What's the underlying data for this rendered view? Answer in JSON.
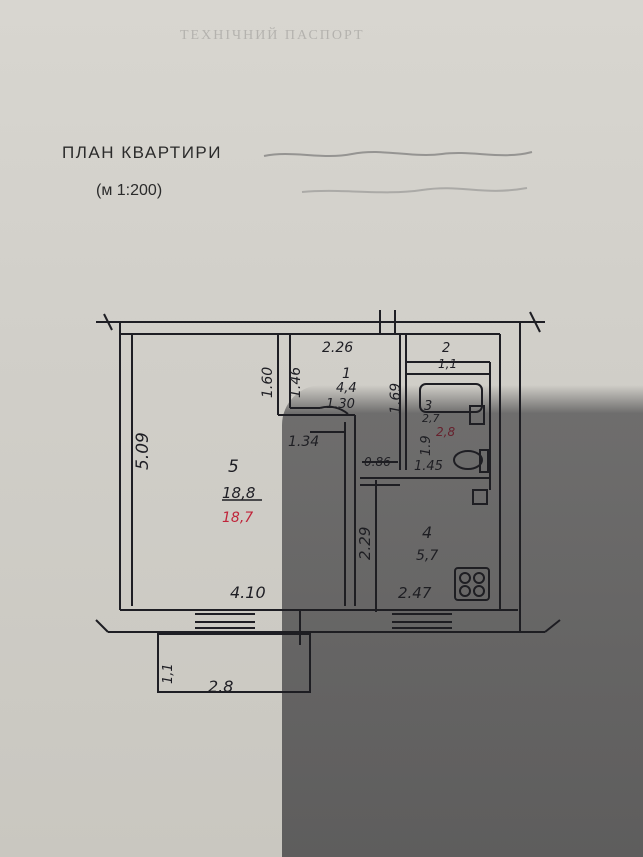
{
  "header": {
    "title": "ПЛАН КВАРТИРИ",
    "scale": "(м   1:200)"
  },
  "plan": {
    "rooms": [
      {
        "number": "1",
        "area": "4,4"
      },
      {
        "number": "2",
        "area": "1,1"
      },
      {
        "number": "3",
        "area": "2,7",
        "corrected_area": "2,8"
      },
      {
        "number": "4",
        "area": "5,7"
      },
      {
        "number": "5",
        "area": "18,8",
        "corrected_area": "18,7"
      }
    ],
    "dimensions": {
      "room5_height": "5.09",
      "room5_width": "4.10",
      "corridor_top": "2.26",
      "corridor_left": "1.60",
      "corridor_inner": "1.46",
      "corridor_depth": "1.30",
      "corridor_bottom": "1.34",
      "room2_3_height": "1.69",
      "room3_height": "1.9",
      "room3_width": "1.45",
      "door_width": "0.86",
      "kitchen_height": "2.29",
      "kitchen_width": "2.47",
      "balcony_width": "2.8",
      "balcony_depth": "1,1"
    }
  },
  "colors": {
    "ink": "#1e1e24",
    "correction_red": "#c0243a",
    "paper": "#d4d2cc"
  }
}
